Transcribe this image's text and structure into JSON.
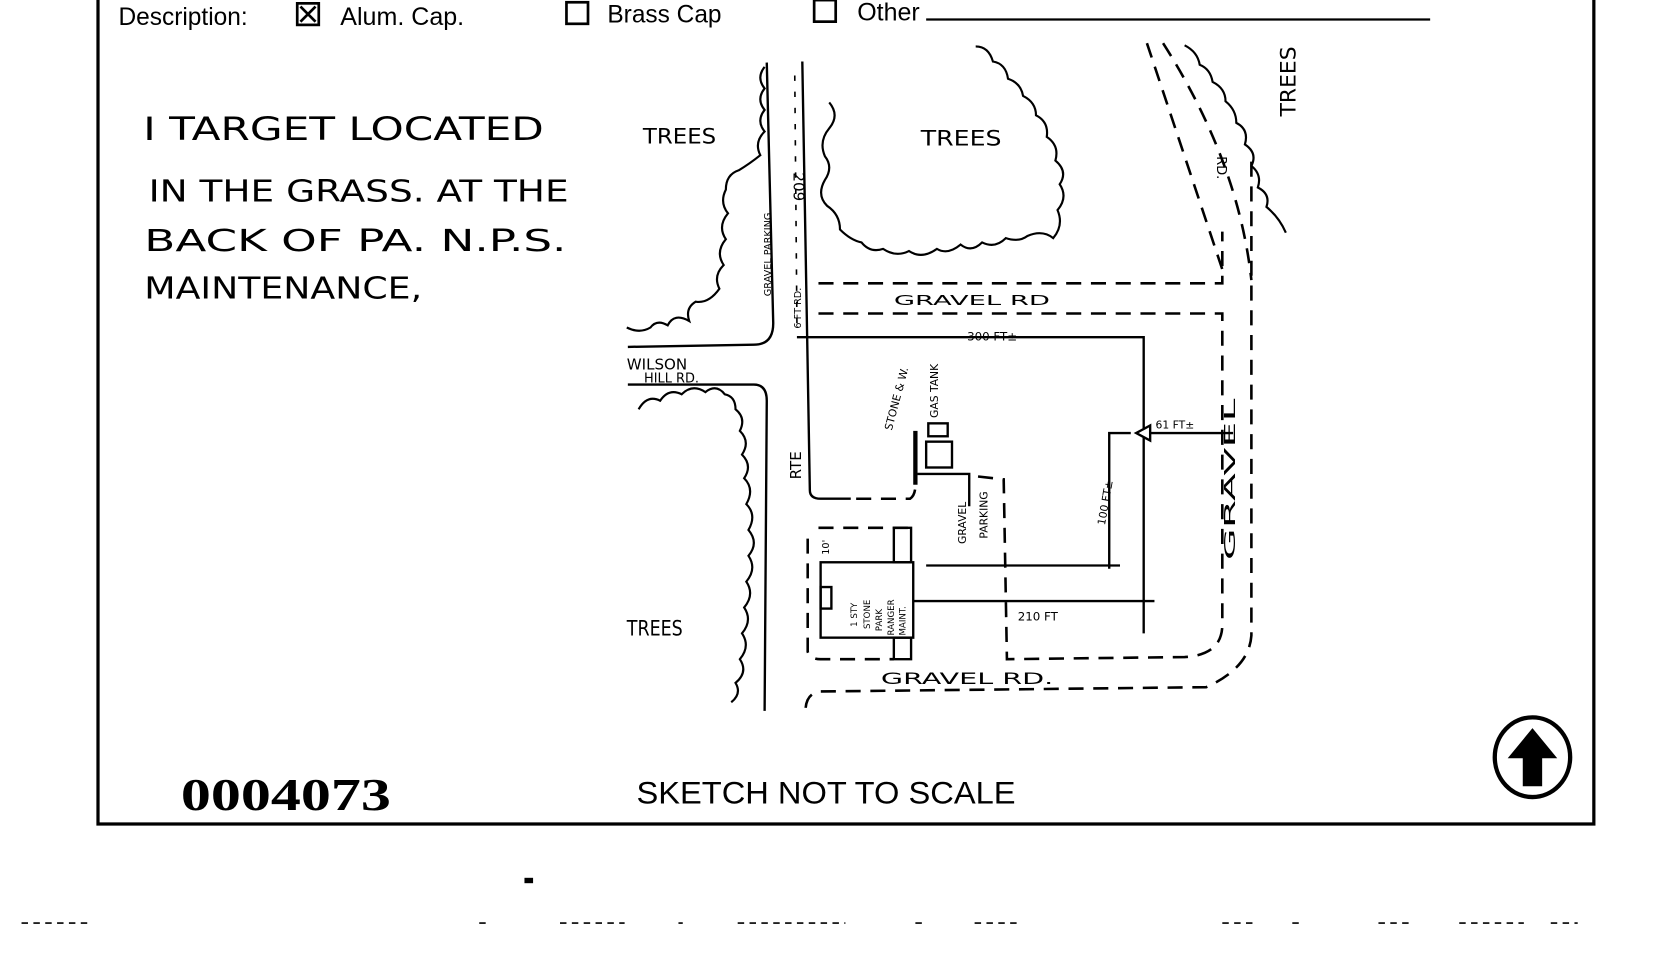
{
  "form": {
    "description_label": "Description:",
    "options": [
      {
        "label": "Alum. Cap.",
        "checked": true
      },
      {
        "label": "Brass Cap",
        "checked": false
      },
      {
        "label": "Other",
        "checked": false
      }
    ],
    "other_value": ""
  },
  "note": {
    "lines": [
      "I  TARGET  LOCATED",
      "IN THE GRASS. AT THE",
      "BACK OF PA. N.P.S.",
      "MAINTENANCE,"
    ]
  },
  "sketch": {
    "labels": {
      "trees_1": "TREES",
      "trees_2": "TREES",
      "trees_3": "TREES",
      "trees_4": "TREES",
      "route": "209",
      "rte": "RTE",
      "gravel_parking_strip": "GRAVEL PARKING",
      "road_width": "6 FT RD.",
      "wilson_1": "WILSON",
      "wilson_2": "HILL RD.",
      "gravel_rd_top": "GRAVEL  RD",
      "dist_300": "300 FT±",
      "gas_tank": "GAS TANK",
      "stone_wall": "STONE & W.",
      "gravel_1": "GRAVEL",
      "parking_1": "PARKING",
      "dist_100": "100 FT±",
      "dist_61": "61 FT±",
      "building_1": "1 STY",
      "building_2": "STONE",
      "building_3": "PARK",
      "building_4": "RANGER",
      "building_5": "MAINT.",
      "dist_210": "210 FT",
      "dist_10": "10'",
      "gravel_rd_bottom": "GRAVEL  RD.",
      "rd_right": "RD.",
      "gravel_right": "GRAVEL"
    }
  },
  "footer": {
    "record_number": "0004073",
    "scale_note": "SKETCH NOT TO SCALE",
    "north_arrow": "north-arrow-icon"
  }
}
